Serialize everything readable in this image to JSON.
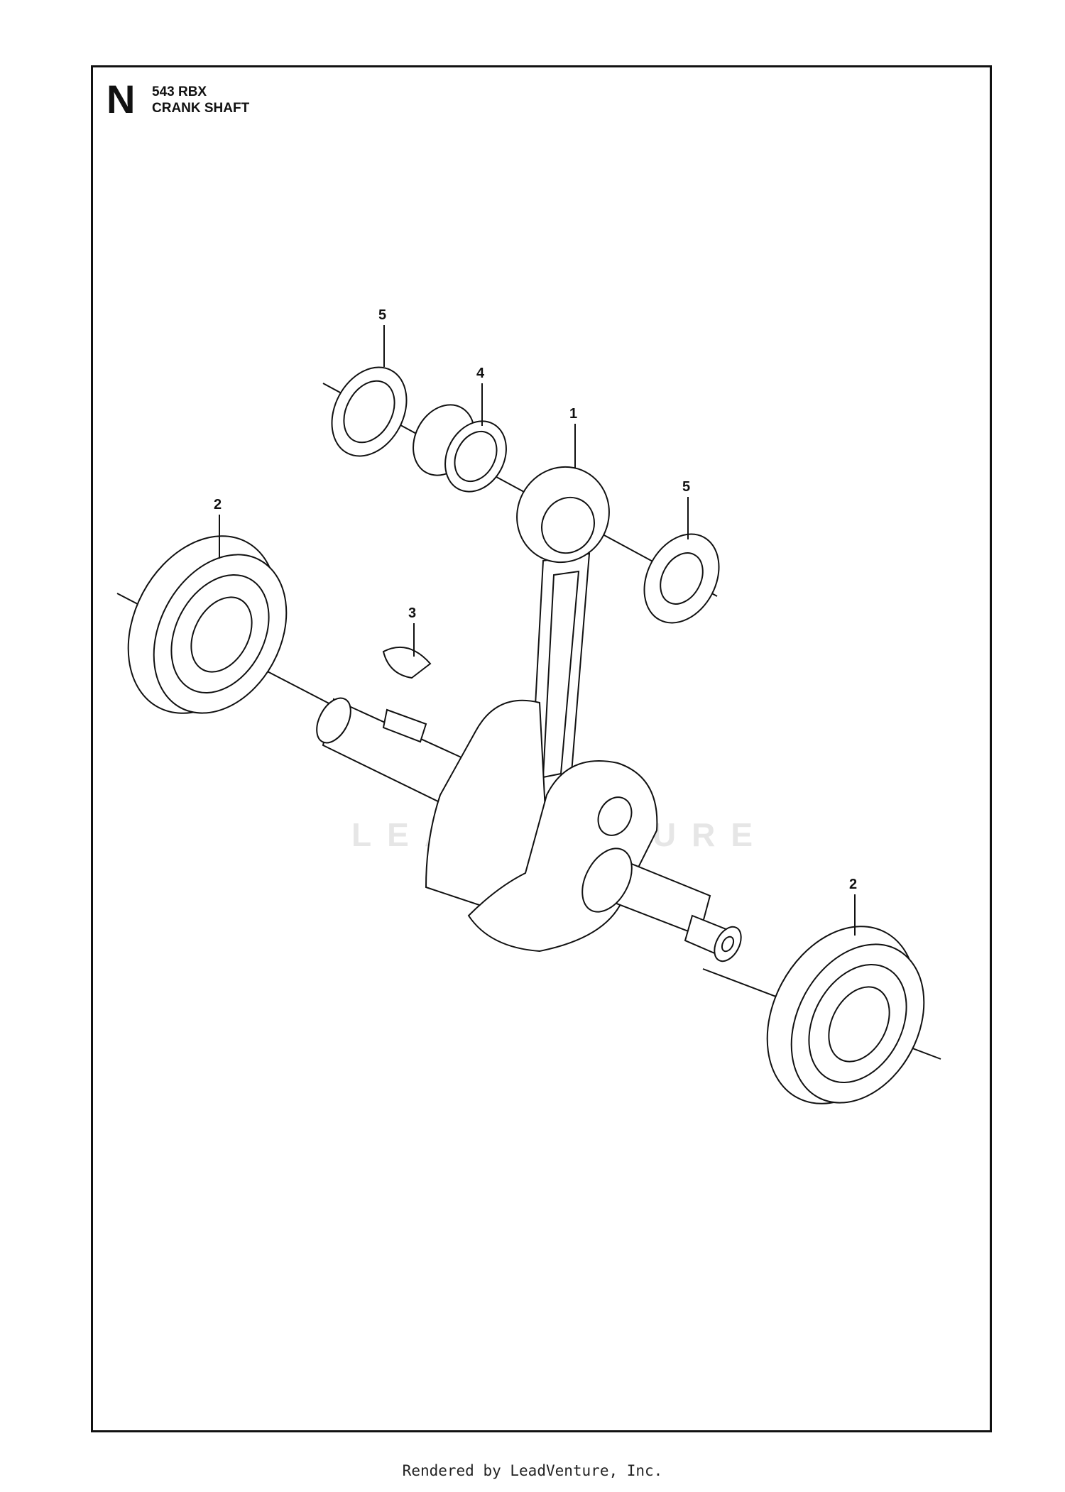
{
  "header": {
    "section_letter": "N",
    "model": "543 RBX",
    "title": "CRANK SHAFT"
  },
  "callouts": [
    {
      "id": "5a",
      "label": "5"
    },
    {
      "id": "4",
      "label": "4"
    },
    {
      "id": "1",
      "label": "1"
    },
    {
      "id": "5b",
      "label": "5"
    },
    {
      "id": "2a",
      "label": "2"
    },
    {
      "id": "3",
      "label": "3"
    },
    {
      "id": "2b",
      "label": "2"
    }
  ],
  "watermark": "LEADVENTURE",
  "footer": "Rendered by LeadVenture, Inc."
}
